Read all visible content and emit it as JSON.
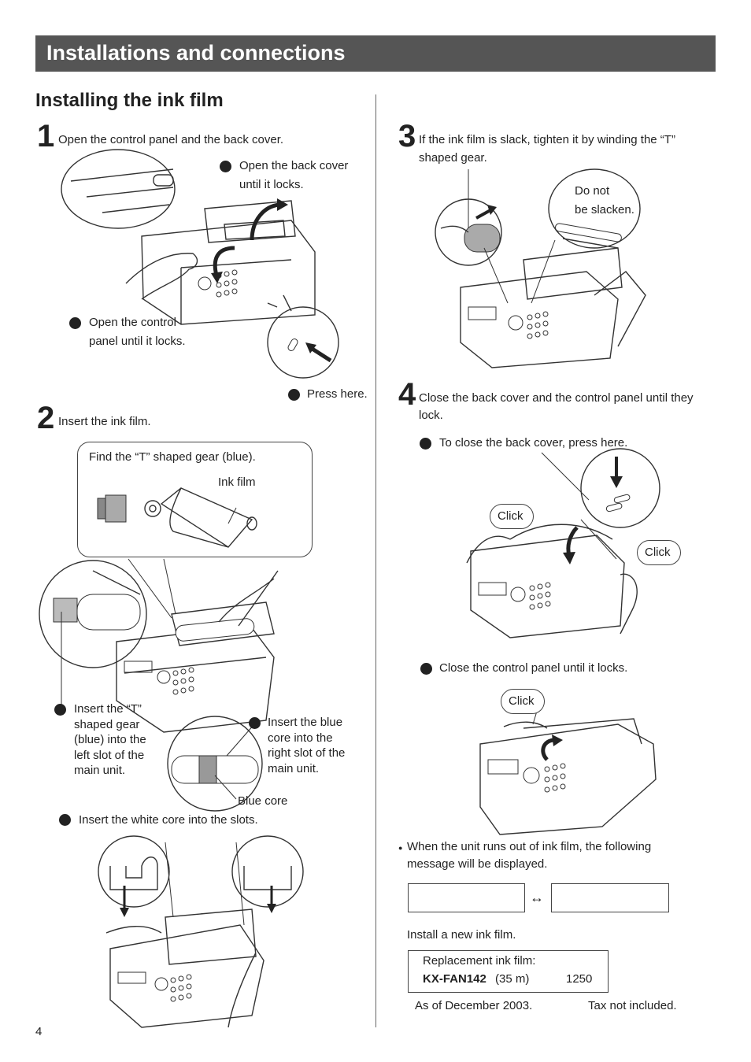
{
  "header": {
    "section_title": "Installations and connections",
    "subsection_title": "Installing the ink film"
  },
  "step1": {
    "number": "1",
    "instruction": "Open the control panel and the back cover.",
    "note_back_cover_1": "Open the back cover",
    "note_back_cover_2": "until it locks.",
    "note_panel_1": "Open the control",
    "note_panel_2": "panel until it locks.",
    "note_press": "Press here."
  },
  "step2": {
    "number": "2",
    "instruction": "Insert the ink film.",
    "find_gear": "Find the “T” shaped gear (blue).",
    "ink_film_label": "Ink film",
    "note_t_gear": [
      "Insert the “T”",
      "shaped gear",
      "(blue) into the",
      "left slot of the",
      "main unit."
    ],
    "note_blue_core": [
      "Insert the blue",
      "core into the",
      "right slot of the",
      "main unit."
    ],
    "blue_core_label": "Blue core",
    "note_white_core": "Insert the white core into the slots."
  },
  "step3": {
    "number": "3",
    "instruction_1": "If the ink film is slack, tighten it by winding the “T”",
    "instruction_2": "shaped gear.",
    "callout_1": "Do not",
    "callout_2": "be slacken."
  },
  "step4": {
    "number": "4",
    "instruction_1": "Close the back cover and the control panel until they",
    "instruction_2": "lock.",
    "note_back_cover": "To close the back cover, press here.",
    "click_1": "Click",
    "click_2": "Click",
    "note_panel": "Close the control panel until it locks.",
    "click_3": "Click"
  },
  "out_of_film": {
    "bullet": "●",
    "message_1": "When the unit runs out of ink film, the following",
    "message_2": "message will be displayed.",
    "display_left": "",
    "display_arrow": "↔",
    "display_right": "",
    "install_new": "Install a new ink film.",
    "replacement_label": "Replacement ink film:",
    "model": "KX-FAN142",
    "length": "(35 m)",
    "price": "1250",
    "as_of": "As of December 2003.",
    "tax": "Tax not included."
  },
  "footer": {
    "page_number": "4"
  }
}
